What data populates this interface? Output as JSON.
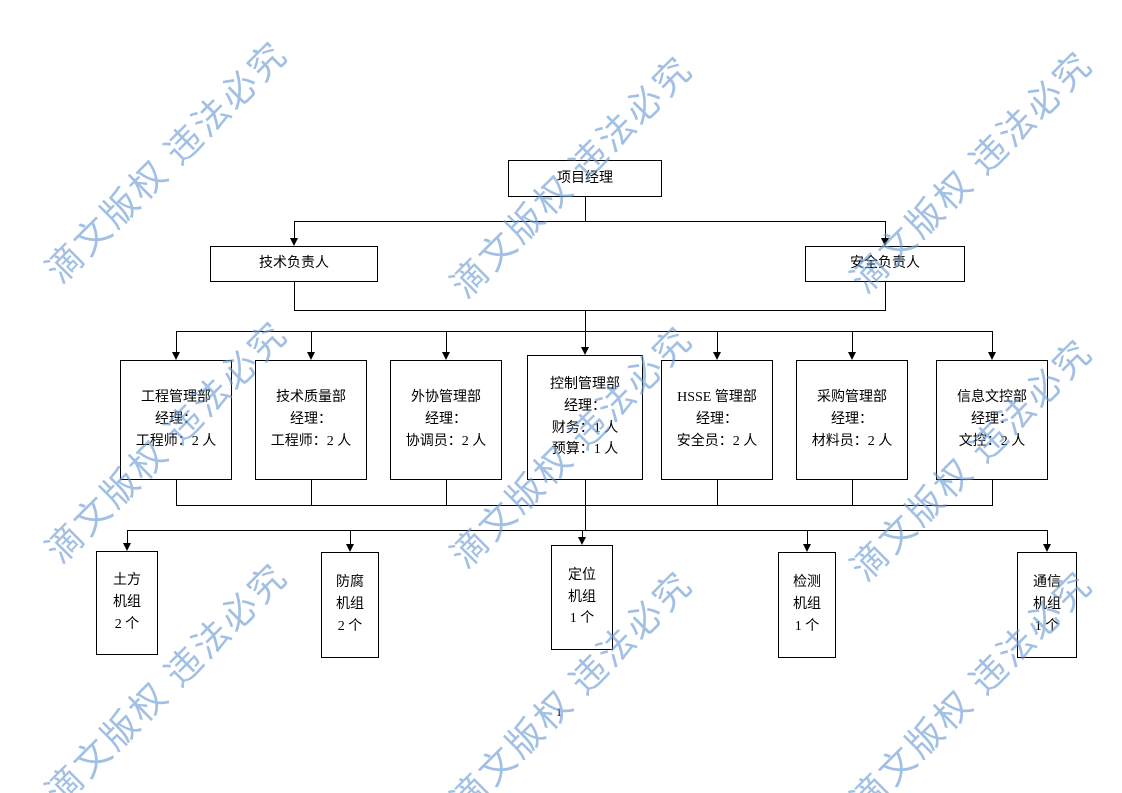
{
  "watermark": {
    "text": "滴文版权 违法必究",
    "color": "#6899d3"
  },
  "page_number": "1",
  "org": {
    "root": "项目经理",
    "leads": [
      {
        "label": "技术负责人"
      },
      {
        "label": "安全负责人"
      }
    ],
    "departments": [
      {
        "text": "工程管理部\n经理：\n工程师：2 人"
      },
      {
        "text": "技术质量部\n经理：\n工程师：2 人"
      },
      {
        "text": "外协管理部\n经理：\n协调员：2 人"
      },
      {
        "text": "控制管理部\n经理：\n财务：1 人\n预算：1 人"
      },
      {
        "text": "HSSE 管理部\n经理：\n安全员：2 人"
      },
      {
        "text": "采购管理部\n经理：\n材料员：2 人"
      },
      {
        "text": "信息文控部\n经理：\n文控：2 人"
      }
    ],
    "crews": [
      {
        "text": "土方\n机组\n2 个"
      },
      {
        "text": "防腐\n机组\n2 个"
      },
      {
        "text": "定位\n机组\n1 个"
      },
      {
        "text": "检测\n机组\n1 个"
      },
      {
        "text": "通信\n机组\n1 个"
      }
    ]
  }
}
